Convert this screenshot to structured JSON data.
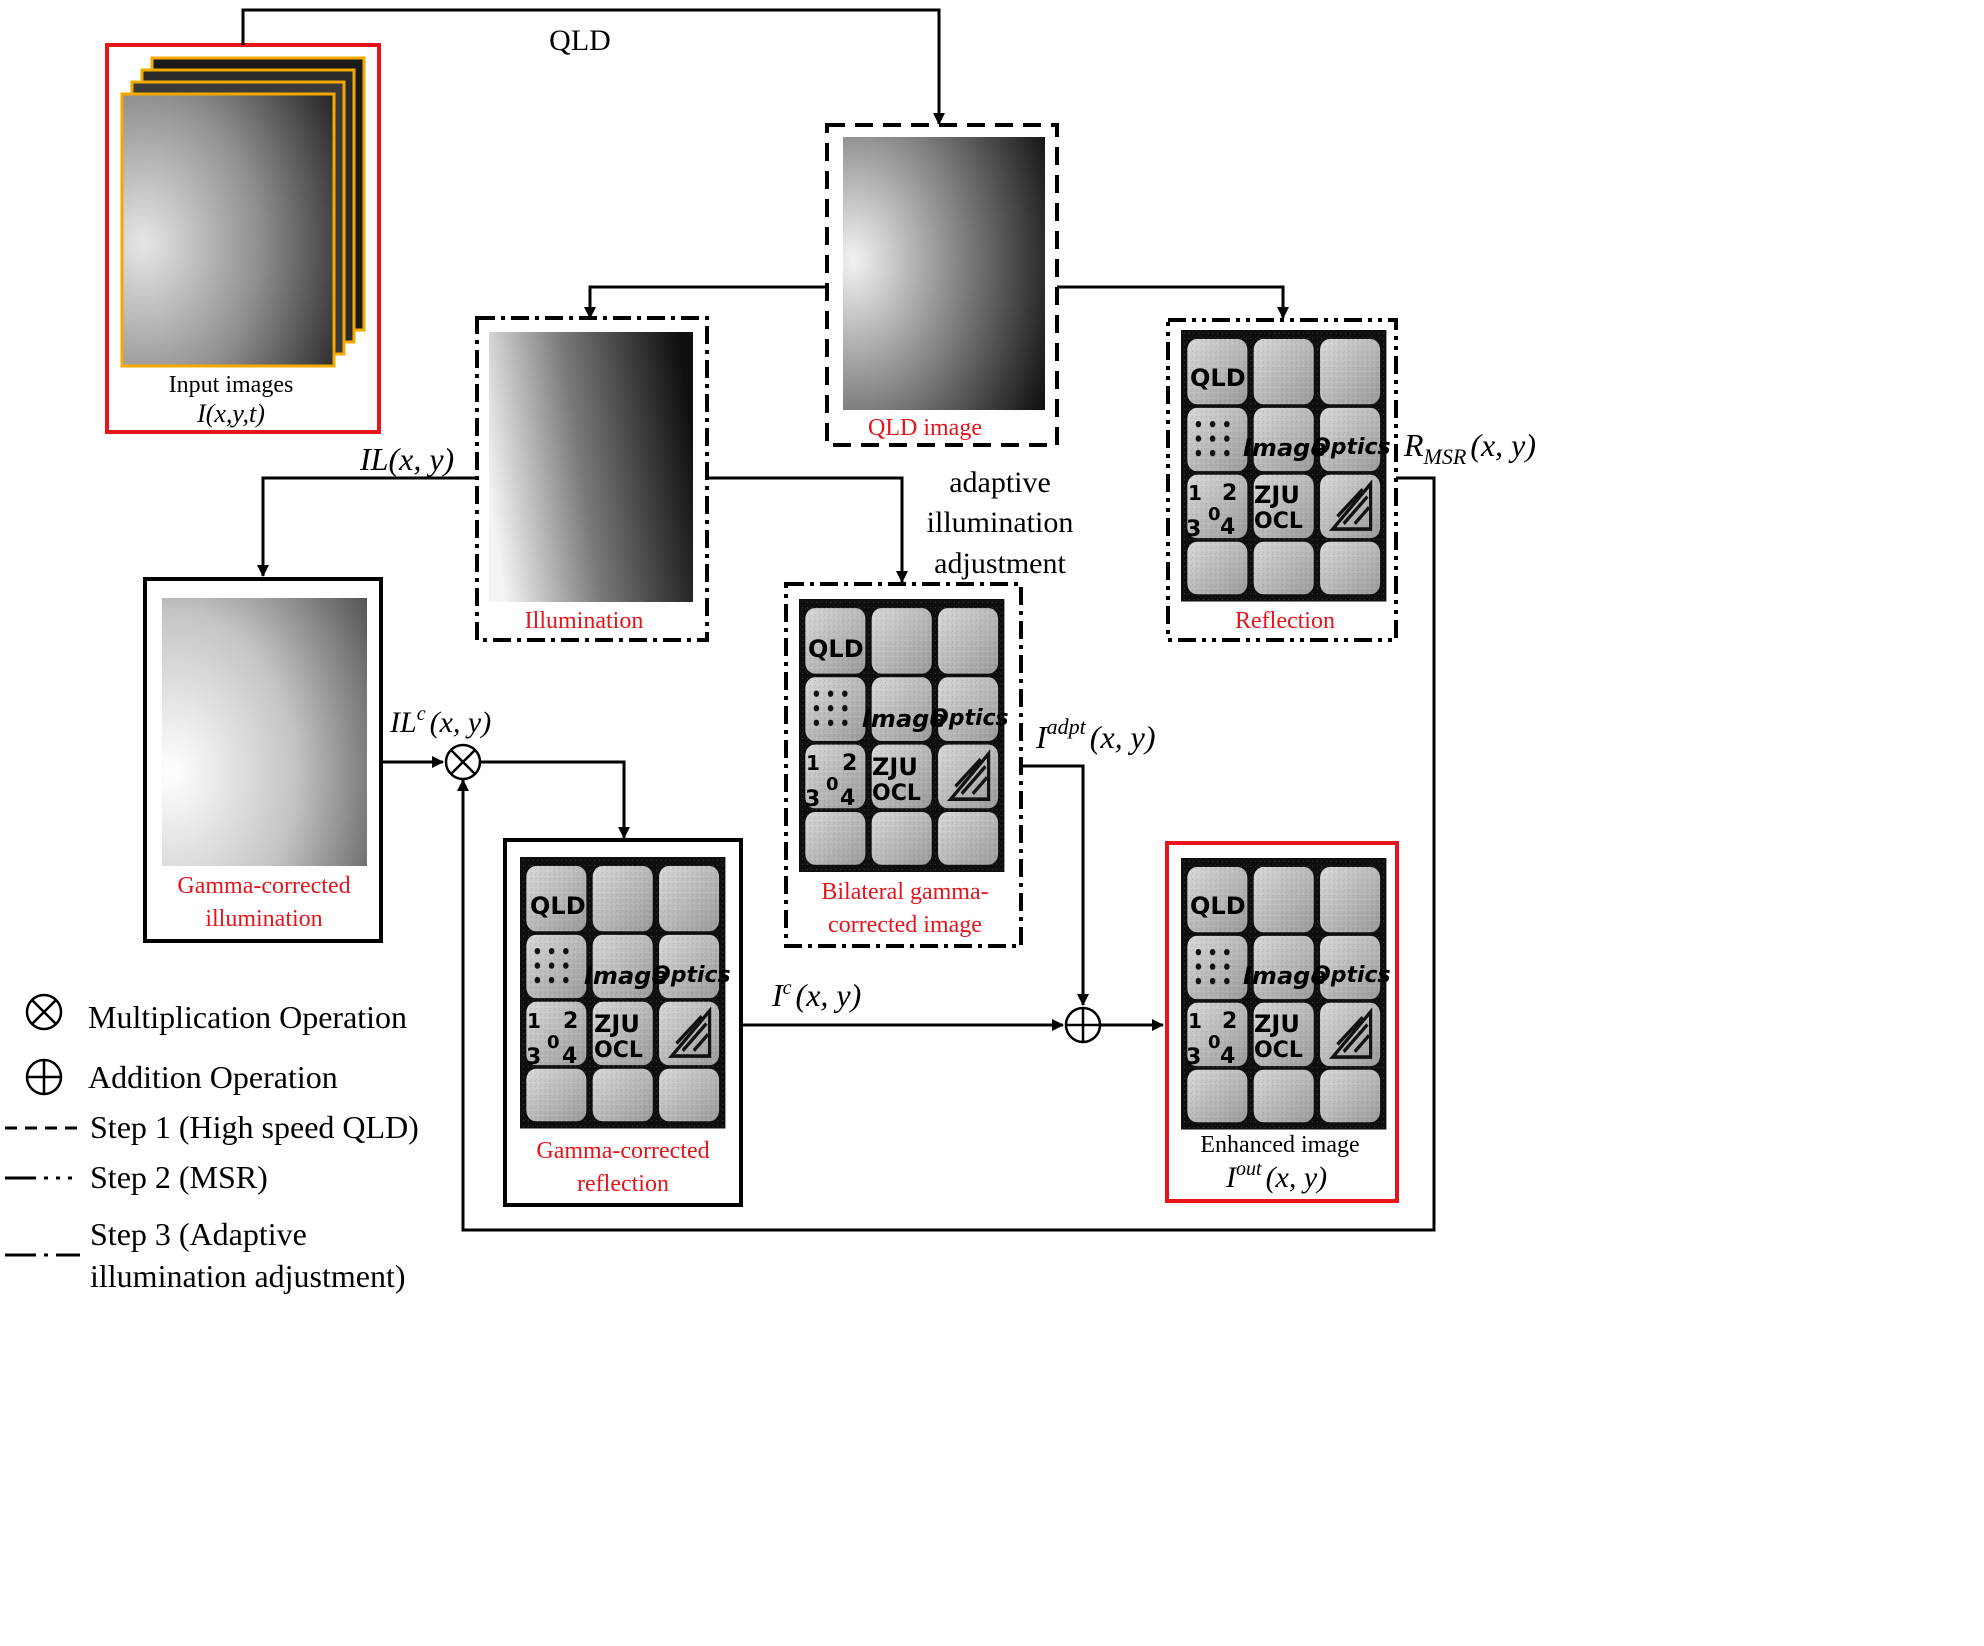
{
  "labels": {
    "qld_flow": "QLD",
    "input_images": "Input images",
    "input_formula": "I(x,y,t)",
    "qld_image": "QLD image",
    "illumination": "Illumination",
    "reflection": "Reflection",
    "il_formula_base": "IL",
    "il_formula_args": "(x, y)",
    "rmsr_base": "R",
    "rmsr_sub": "MSR",
    "rmsr_args": "(x, y)",
    "adaptive_line1": "adaptive",
    "adaptive_line2": "illumination",
    "adaptive_line3": "adjustment",
    "gamma_illum_line1": "Gamma-corrected",
    "gamma_illum_line2": "illumination",
    "ilc_base": "IL",
    "ilc_sup": "c",
    "ilc_args": "(x, y)",
    "bilateral_line1": "Bilateral gamma-",
    "bilateral_line2": "corrected image",
    "iadpt_base": "I",
    "iadpt_sup": "adpt",
    "iadpt_args": "(x, y)",
    "gamma_refl_line1": "Gamma-corrected",
    "gamma_refl_line2": "reflection",
    "ic_base": "I",
    "ic_sup": "c",
    "ic_args": "(x, y)",
    "enhanced_line1": "Enhanced  image",
    "iout_base": "I",
    "iout_sup": "out",
    "iout_args": "(x, y)"
  },
  "scene_text": {
    "r1c1": "QLD",
    "r2c2": "Image",
    "r2c3": "Optics",
    "r3_nums_1": "1",
    "r3_nums_0": "0",
    "r3_nums_2": "2",
    "r3_nums_3": "3",
    "r3_nums_4": "4",
    "r3_zju": "ZJU",
    "r3_ocl": "OCL"
  },
  "legend": {
    "multiplication": "Multiplication  Operation",
    "addition": "Addition  Operation",
    "step1": "Step  1  (High speed QLD)",
    "step2": "Step  2  (MSR)",
    "step3_line1": "Step  3  (Adaptive",
    "step3_line2": "illumination  adjustment)"
  },
  "colors": {
    "accent_red": "#e8141b",
    "frame_orange": "#f2a900",
    "line": "#000000"
  }
}
